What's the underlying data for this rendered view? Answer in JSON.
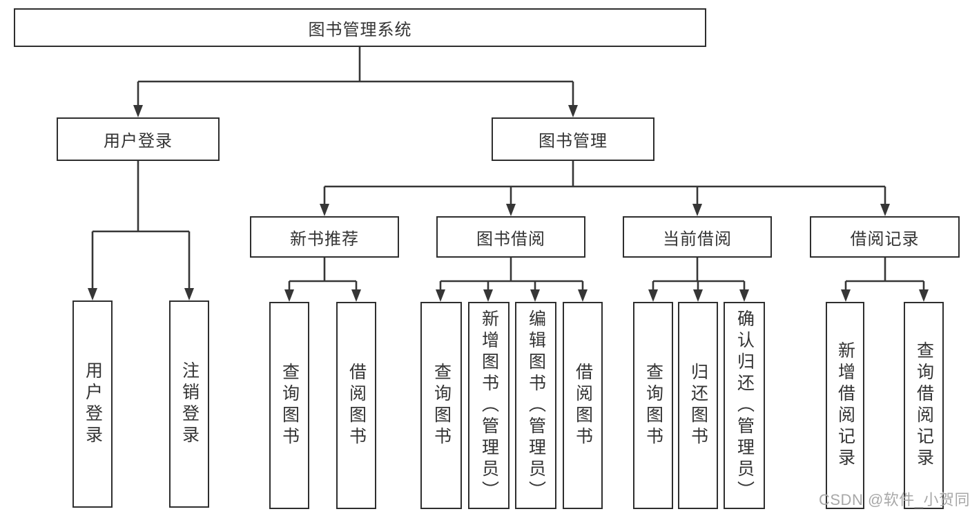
{
  "colors": {
    "line": "#363636",
    "border": "#2e2e2e",
    "text": "#333333",
    "watermark": "#a8a8a8",
    "bg": "#ffffff"
  },
  "watermark": "CSDN @软件_小贺同学",
  "tree": {
    "root": "图书管理系统",
    "branches": [
      {
        "label": "用户登录",
        "children": [
          "用户登录",
          "注销登录"
        ]
      },
      {
        "label": "图书管理",
        "children": [
          {
            "label": "新书推荐",
            "children": [
              "查询图书",
              "借阅图书"
            ]
          },
          {
            "label": "图书借阅",
            "children": [
              "查询图书",
              "新增图书（管理员）",
              "编辑图书（管理员）",
              "借阅图书"
            ]
          },
          {
            "label": "当前借阅",
            "children": [
              "查询图书",
              "归还图书",
              "确认归还（管理员）"
            ]
          },
          {
            "label": "借阅记录",
            "children": [
              "新增借阅记录",
              "查询借阅记录"
            ]
          }
        ]
      }
    ]
  }
}
